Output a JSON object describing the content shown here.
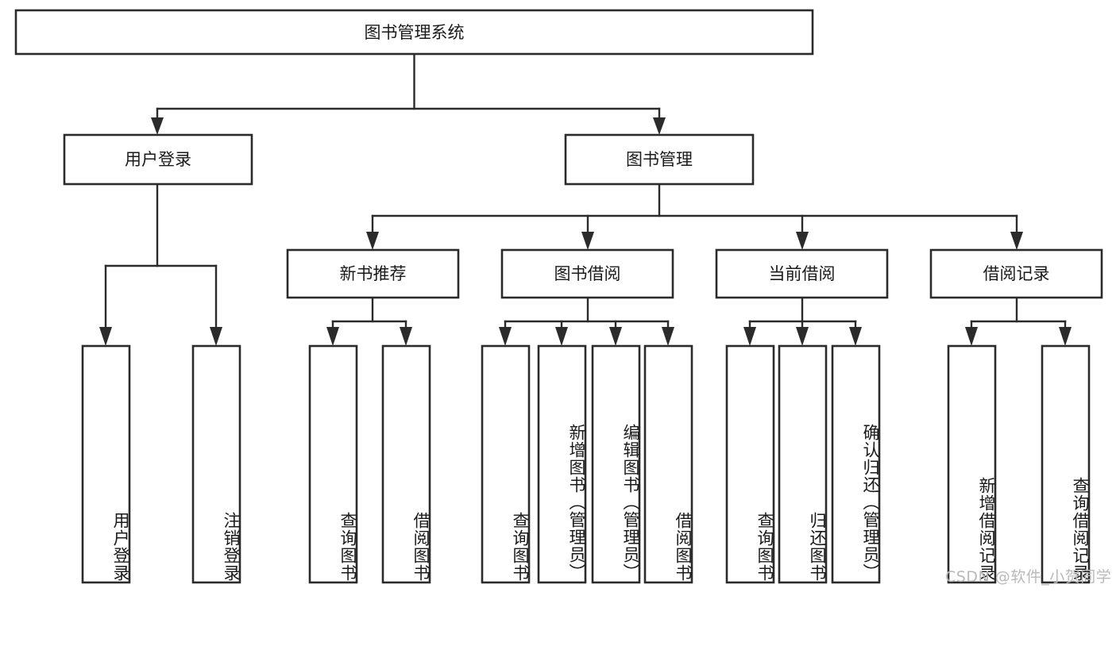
{
  "diagram": {
    "type": "hierarchy-tree",
    "title_node": {
      "id": "root",
      "label": "图书管理系统"
    },
    "level2": [
      {
        "id": "user-login",
        "label": "用户登录"
      },
      {
        "id": "book-management",
        "label": "图书管理"
      }
    ],
    "level3": [
      {
        "id": "new-book-recommend",
        "label": "新书推荐",
        "parent": "book-management"
      },
      {
        "id": "book-borrow",
        "label": "图书借阅",
        "parent": "book-management"
      },
      {
        "id": "current-borrow",
        "label": "当前借阅",
        "parent": "book-management"
      },
      {
        "id": "borrow-record",
        "label": "借阅记录",
        "parent": "book-management"
      }
    ],
    "leaves": [
      {
        "id": "leaf-user-login",
        "label": "用户登录",
        "parent": "user-login"
      },
      {
        "id": "leaf-logout-login",
        "label": "注销登录",
        "parent": "user-login"
      },
      {
        "id": "leaf-query-book-1",
        "label": "查询图书",
        "parent": "new-book-recommend"
      },
      {
        "id": "leaf-borrow-book-1",
        "label": "借阅图书",
        "parent": "new-book-recommend"
      },
      {
        "id": "leaf-query-book-2",
        "label": "查询图书",
        "parent": "book-borrow"
      },
      {
        "id": "leaf-add-book",
        "label": "新增图书（管理员）",
        "parent": "book-borrow"
      },
      {
        "id": "leaf-edit-book",
        "label": "编辑图书（管理员）",
        "parent": "book-borrow"
      },
      {
        "id": "leaf-borrow-book-2",
        "label": "借阅图书",
        "parent": "book-borrow"
      },
      {
        "id": "leaf-query-book-3",
        "label": "查询图书",
        "parent": "current-borrow"
      },
      {
        "id": "leaf-return-book",
        "label": "归还图书",
        "parent": "current-borrow"
      },
      {
        "id": "leaf-confirm-return",
        "label": "确认归还（管理员）",
        "parent": "current-borrow"
      },
      {
        "id": "leaf-add-record",
        "label": "新增借阅记录",
        "parent": "borrow-record"
      },
      {
        "id": "leaf-query-record",
        "label": "查询借阅记录",
        "parent": "borrow-record"
      }
    ],
    "colors": {
      "stroke": "#2b2b2b",
      "fill": "#ffffff",
      "text": "#1a1a1a",
      "watermark": "#b9b9b9"
    }
  },
  "watermark": {
    "text": "CSDN @软件_小贺同学"
  }
}
